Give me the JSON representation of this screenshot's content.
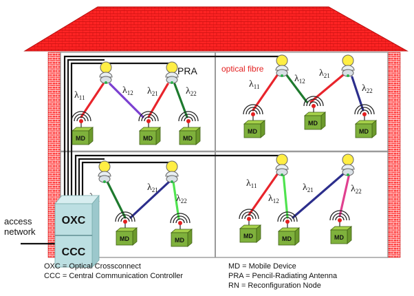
{
  "labels": {
    "pra": "PRA",
    "optical_fibre": "optical fibre",
    "oxc": "OXC",
    "ccc": "CCC",
    "md": "MD",
    "access_line1": "access",
    "access_line2": "network"
  },
  "lambdas": {
    "l11": "11",
    "l12": "12",
    "l21": "21",
    "l22": "22",
    "symbol": "λ"
  },
  "legend_left": [
    "OXC = Optical Crossconnect",
    "CCC = Central Communication Controller"
  ],
  "legend_right": [
    "MD = Mobile Device",
    "PRA = Pencil-Radiating Antenna",
    "RN = Reconfiguration Node"
  ],
  "colors": {
    "roof": "#ff2a2a",
    "wall": "#ff3b3b",
    "md_top": "#a6d14a",
    "md_front": "#7fb13c",
    "cabinet": "#bcdfe2",
    "link_red": "#e8242b",
    "link_purple": "#7b3fd0",
    "link_green": "#1e7a2e",
    "link_navy": "#2c2e8c",
    "link_lightgreen": "#4fe34f",
    "link_pink": "#e0408f",
    "label_red": "#e32020"
  }
}
